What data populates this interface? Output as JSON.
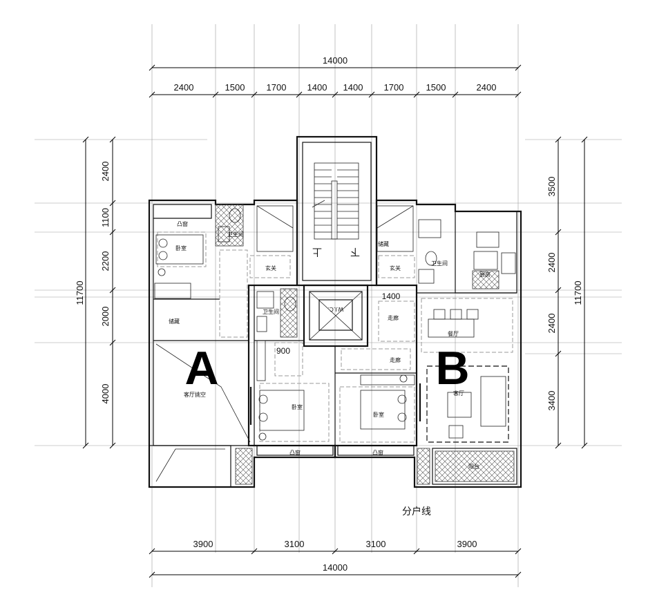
{
  "dimensions": {
    "top_total": "14000",
    "top_segments": [
      "2400",
      "1500",
      "1700",
      "1400",
      "1400",
      "1700",
      "1500",
      "2400"
    ],
    "bottom_segments": [
      "3900",
      "3100",
      "3100",
      "3900"
    ],
    "bottom_total": "14000",
    "left_segments": [
      "2400",
      "1100",
      "2200",
      "2000",
      "4000"
    ],
    "left_total": "11700",
    "right_segments": [
      "3500",
      "2400",
      "2400",
      "3400"
    ],
    "right_total": "11700",
    "inner_900": "900",
    "inner_1400": "1400"
  },
  "units": {
    "a": "A",
    "b": "B"
  },
  "labels": {
    "divider": "分户线",
    "stair_up": "上",
    "stair_down": "下"
  },
  "rooms_a": {
    "bay_window": "凸窗",
    "bedroom": "卧室",
    "storage": "储藏",
    "living_void": "客厅挑空",
    "bath_top": "卫生间",
    "foyer": "玄关",
    "bath_mid": "卫生间",
    "bedroom2": "卧室",
    "bay2": "凸窗"
  },
  "rooms_b": {
    "kitchen": "厨房",
    "bath": "卫生间",
    "foyer": "玄关",
    "storage": "储藏",
    "hall": "走廊",
    "hall2": "走廊",
    "dining": "餐厅",
    "living": "客厅",
    "bedroom": "卧室",
    "bay": "凸窗",
    "balcony": "阳台",
    "wic": "W.I.C."
  }
}
